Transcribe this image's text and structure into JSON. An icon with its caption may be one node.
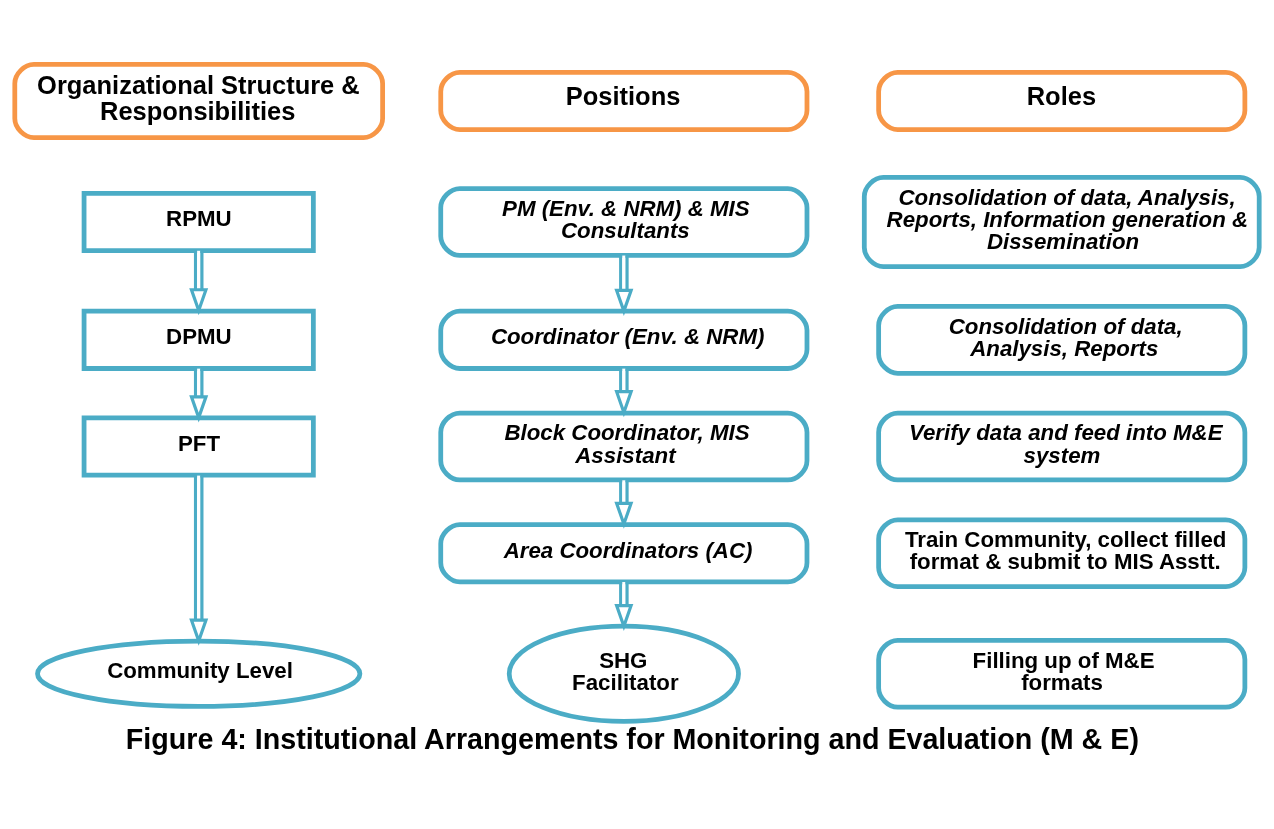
{
  "diagram": {
    "caption": "Figure 4: Institutional Arrangements for Monitoring and Evaluation (M & E)",
    "nodes": [
      {
        "text": [
          "Organizational Structure & Responsibilities"
        ]
      },
      {
        "text": [
          "Positions"
        ]
      },
      {
        "text": [
          "Roles"
        ]
      },
      {
        "text": [
          "RPMU"
        ]
      },
      {
        "text": [
          "DPMU"
        ]
      },
      {
        "text": [
          "PFT"
        ]
      },
      {
        "text": [
          "Community Level"
        ]
      },
      {
        "text": [
          "PM (Env. & NRM) & MIS Consultants"
        ]
      },
      {
        "text": [
          "Coordinator (Env. & NRM)"
        ]
      },
      {
        "text": [
          "Block Coordinator, MIS Assistant"
        ]
      },
      {
        "text": [
          "Area Coordinators (AC)"
        ]
      },
      {
        "text": [
          "SHG Facilitator"
        ]
      },
      {
        "text": [
          "Consolidation of data, Analysis, Reports, Information generation & Dissemination"
        ]
      },
      {
        "text": [
          "Consolidation of data, Analysis, Reports"
        ]
      },
      {
        "text": [
          "Verify data and feed into M&E system"
        ]
      },
      {
        "text": [
          "Train Community, collect filled format & submit to MIS Asstt."
        ]
      },
      {
        "text": [
          "Filling up of M&E formats"
        ]
      }
    ],
    "edges": [
      {
        "from": 3,
        "to": 4,
        "arrow": "to"
      },
      {
        "from": 4,
        "to": 5,
        "arrow": "to"
      },
      {
        "from": 5,
        "to": 6,
        "arrow": "to"
      },
      {
        "from": 7,
        "to": 8,
        "arrow": "to"
      },
      {
        "from": 8,
        "to": 9,
        "arrow": "to"
      },
      {
        "from": 9,
        "to": 10,
        "arrow": "to"
      },
      {
        "from": 10,
        "to": 11,
        "arrow": "to"
      }
    ]
  }
}
